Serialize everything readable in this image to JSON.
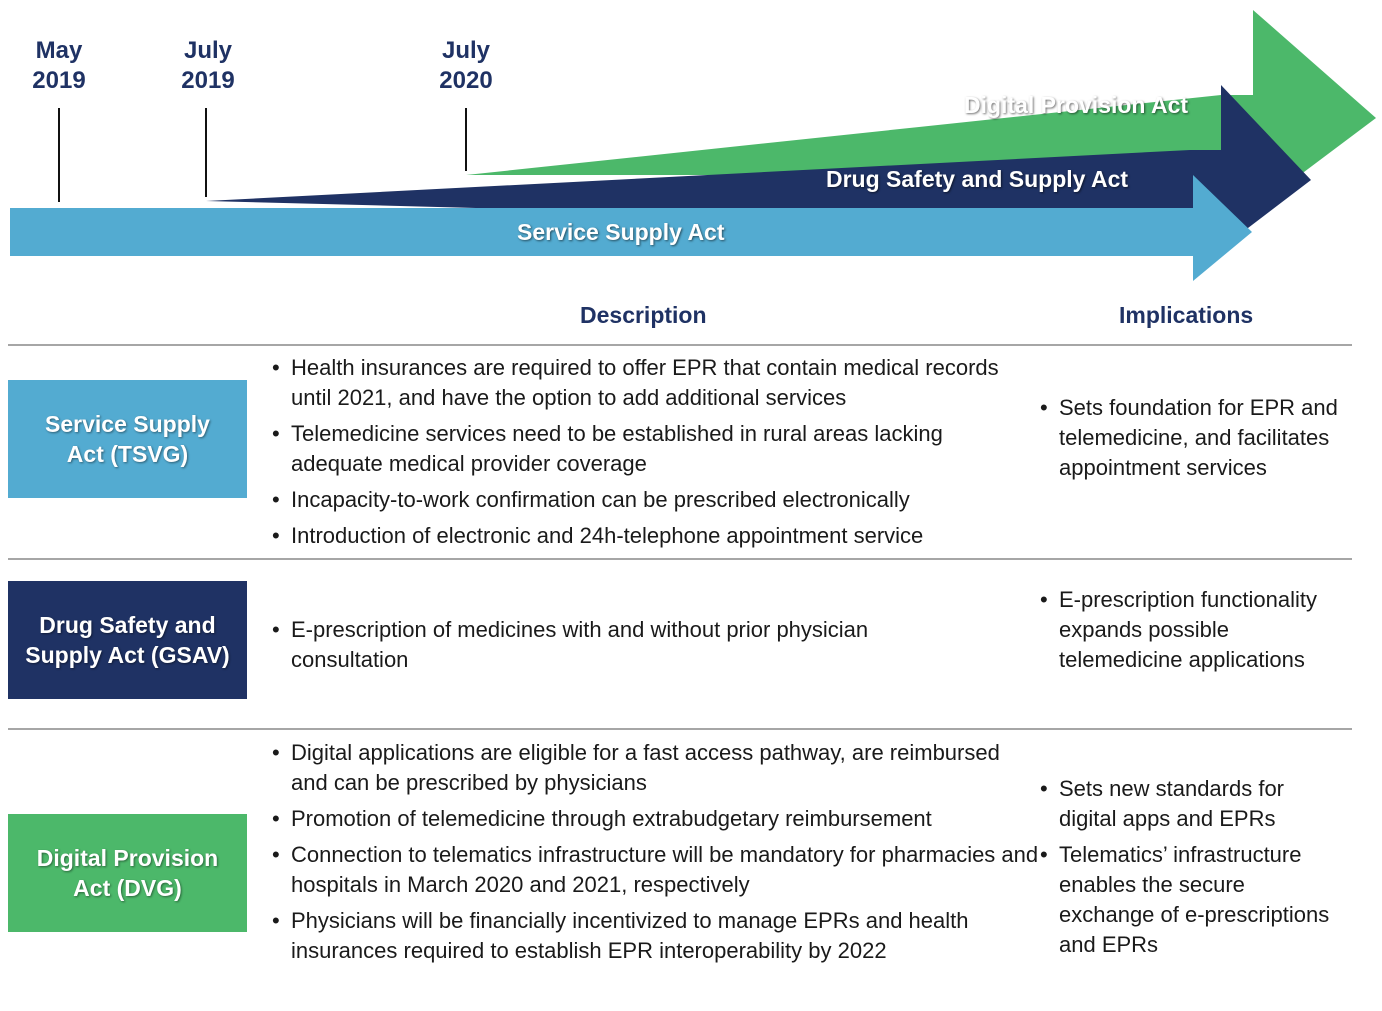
{
  "timeline": {
    "dates": [
      {
        "month": "May",
        "year": "2019"
      },
      {
        "month": "July",
        "year": "2019"
      },
      {
        "month": "July",
        "year": "2020"
      }
    ],
    "arrows": [
      {
        "label": "Service Supply Act",
        "color": "#53abd1"
      },
      {
        "label": "Drug Safety and Supply Act",
        "color": "#1f3264"
      },
      {
        "label": "Digital Provision Act",
        "color": "#4cb86a"
      }
    ]
  },
  "columns": {
    "description": "Description",
    "implications": "Implications"
  },
  "acts": [
    {
      "name_line1": "Service Supply",
      "name_line2": "Act (TSVG)",
      "color": "#53abd1",
      "description": [
        "Health insurances are required to offer EPR that contain medical records until 2021, and have the option to add additional services",
        "Telemedicine services need to be established in rural areas lacking adequate medical provider coverage",
        "Incapacity-to-work confirmation can be prescribed electronically",
        "Introduction of electronic and 24h-telephone appointment service"
      ],
      "implications": [
        "Sets foundation for EPR and telemedicine, and facilitates appointment services"
      ]
    },
    {
      "name_line1": "Drug Safety and",
      "name_line2": "Supply Act (GSAV)",
      "color": "#1f3264",
      "description": [
        "E-prescription of medicines with and without prior physician consultation"
      ],
      "implications": [
        "E-prescription functionality expands possible telemedicine applications"
      ]
    },
    {
      "name_line1": "Digital Provision",
      "name_line2": "Act (DVG)",
      "color": "#4cb86a",
      "description": [
        "Digital applications are eligible for a fast access pathway, are reimbursed and can be prescribed by physicians",
        "Promotion of telemedicine through extrabudgetary reimbursement",
        "Connection to telematics infrastructure will be mandatory for pharmacies and hospitals in March 2020 and 2021, respectively",
        "Physicians will be financially incentivized to manage EPRs and health insurances required to establish EPR interoperability by 2022"
      ],
      "implications": [
        "Sets new standards for digital apps and EPRs",
        "Telematics’ infrastructure enables the secure exchange of e-prescriptions and EPRs"
      ]
    }
  ]
}
